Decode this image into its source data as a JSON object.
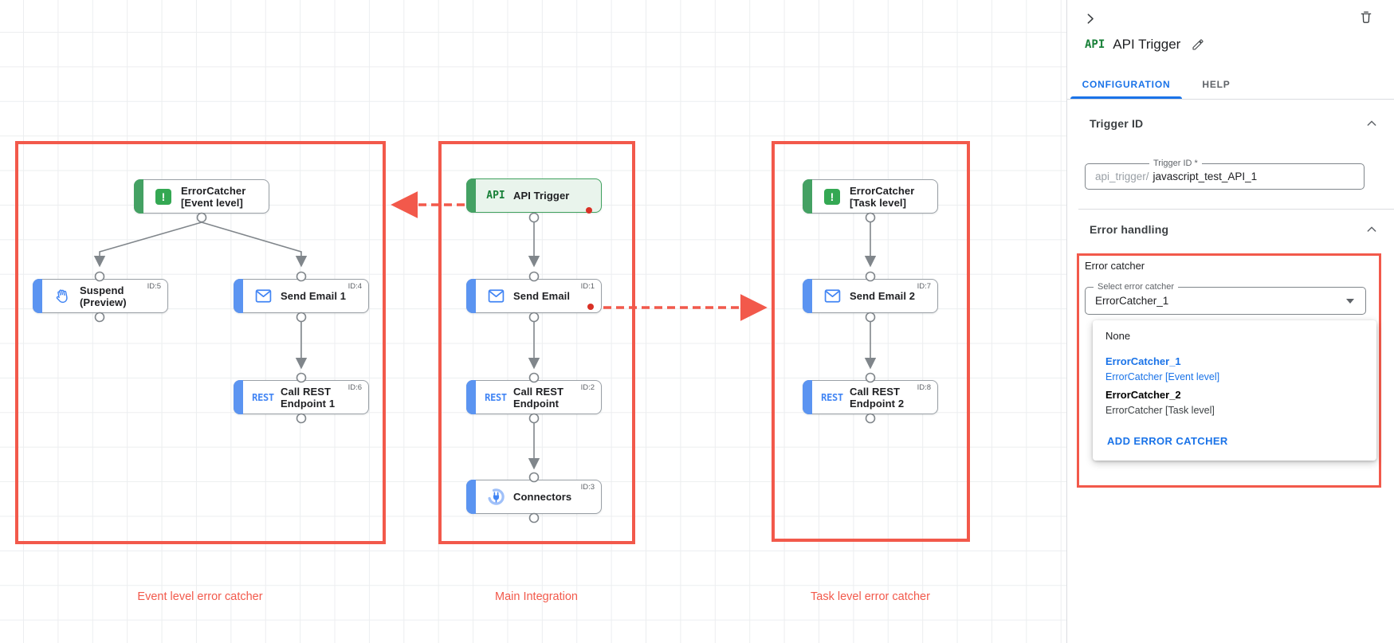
{
  "colors": {
    "accent_red": "#f2594b",
    "link_blue": "#1a73e8",
    "node_blue": "#5b94f1",
    "green": "#34a853",
    "dot_red": "#d93025"
  },
  "canvas": {
    "groups": [
      {
        "caption": "Event level error catcher"
      },
      {
        "caption": "Main Integration"
      },
      {
        "caption": "Task level error catcher"
      }
    ],
    "nodes": [
      {
        "lines": [
          "ErrorCatcher",
          "[Event level]"
        ],
        "icon": "error-catcher"
      },
      {
        "lines": [
          "Suspend",
          "(Preview)"
        ],
        "id_label": "ID:5",
        "icon": "suspend-hand"
      },
      {
        "lines": [
          "Send Email 1"
        ],
        "id_label": "ID:4",
        "icon": "email"
      },
      {
        "lines": [
          "Call REST",
          "Endpoint 1"
        ],
        "id_label": "ID:6",
        "icon": "rest"
      },
      {
        "lines": [
          "API Trigger"
        ],
        "icon": "api"
      },
      {
        "lines": [
          "Send Email"
        ],
        "id_label": "ID:1",
        "icon": "email"
      },
      {
        "lines": [
          "Call REST",
          "Endpoint"
        ],
        "id_label": "ID:2",
        "icon": "rest"
      },
      {
        "lines": [
          "Connectors"
        ],
        "id_label": "ID:3",
        "icon": "connectors"
      },
      {
        "lines": [
          "ErrorCatcher",
          "[Task level]"
        ],
        "icon": "error-catcher"
      },
      {
        "lines": [
          "Send Email 2"
        ],
        "id_label": "ID:7",
        "icon": "email"
      },
      {
        "lines": [
          "Call REST",
          "Endpoint 2"
        ],
        "id_label": "ID:8",
        "icon": "rest"
      }
    ],
    "icon_texts": {
      "api": "API",
      "rest": "REST",
      "error_catcher_glyph": "!"
    }
  },
  "panel": {
    "title": "API Trigger",
    "title_icon_text": "API",
    "tabs": {
      "configuration": "CONFIGURATION",
      "help": "HELP"
    },
    "trigger_id": {
      "section_title": "Trigger ID",
      "field_label": "Trigger ID *",
      "prefix": "api_trigger/",
      "value": "javascript_test_API_1"
    },
    "error_handling": {
      "section_title": "Error handling",
      "group_label": "Error catcher",
      "select_label": "Select error catcher",
      "select_value": "ErrorCatcher_1",
      "menu": {
        "none": "None",
        "option1_name": "ErrorCatcher_1",
        "option1_desc": "ErrorCatcher [Event level]",
        "option2_name": "ErrorCatcher_2",
        "option2_desc": "ErrorCatcher [Task level]",
        "add_button": "ADD ERROR CATCHER"
      }
    }
  }
}
